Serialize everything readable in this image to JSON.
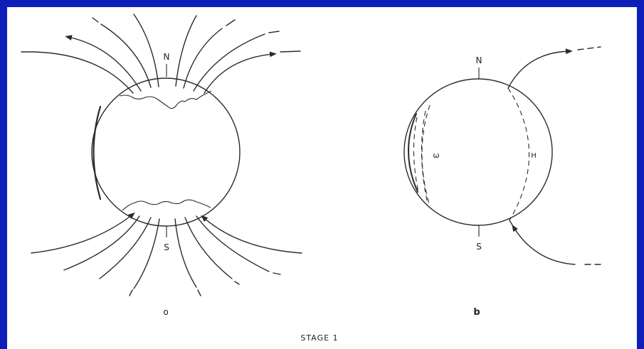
{
  "diagram": {
    "left_panel": {
      "pole_north": "N",
      "pole_south": "S",
      "caption": "o"
    },
    "right_panel": {
      "pole_north": "N",
      "pole_south": "S",
      "west_label": "ω",
      "east_label": "H",
      "caption": "b"
    },
    "stage_caption": "STAGE 1"
  }
}
